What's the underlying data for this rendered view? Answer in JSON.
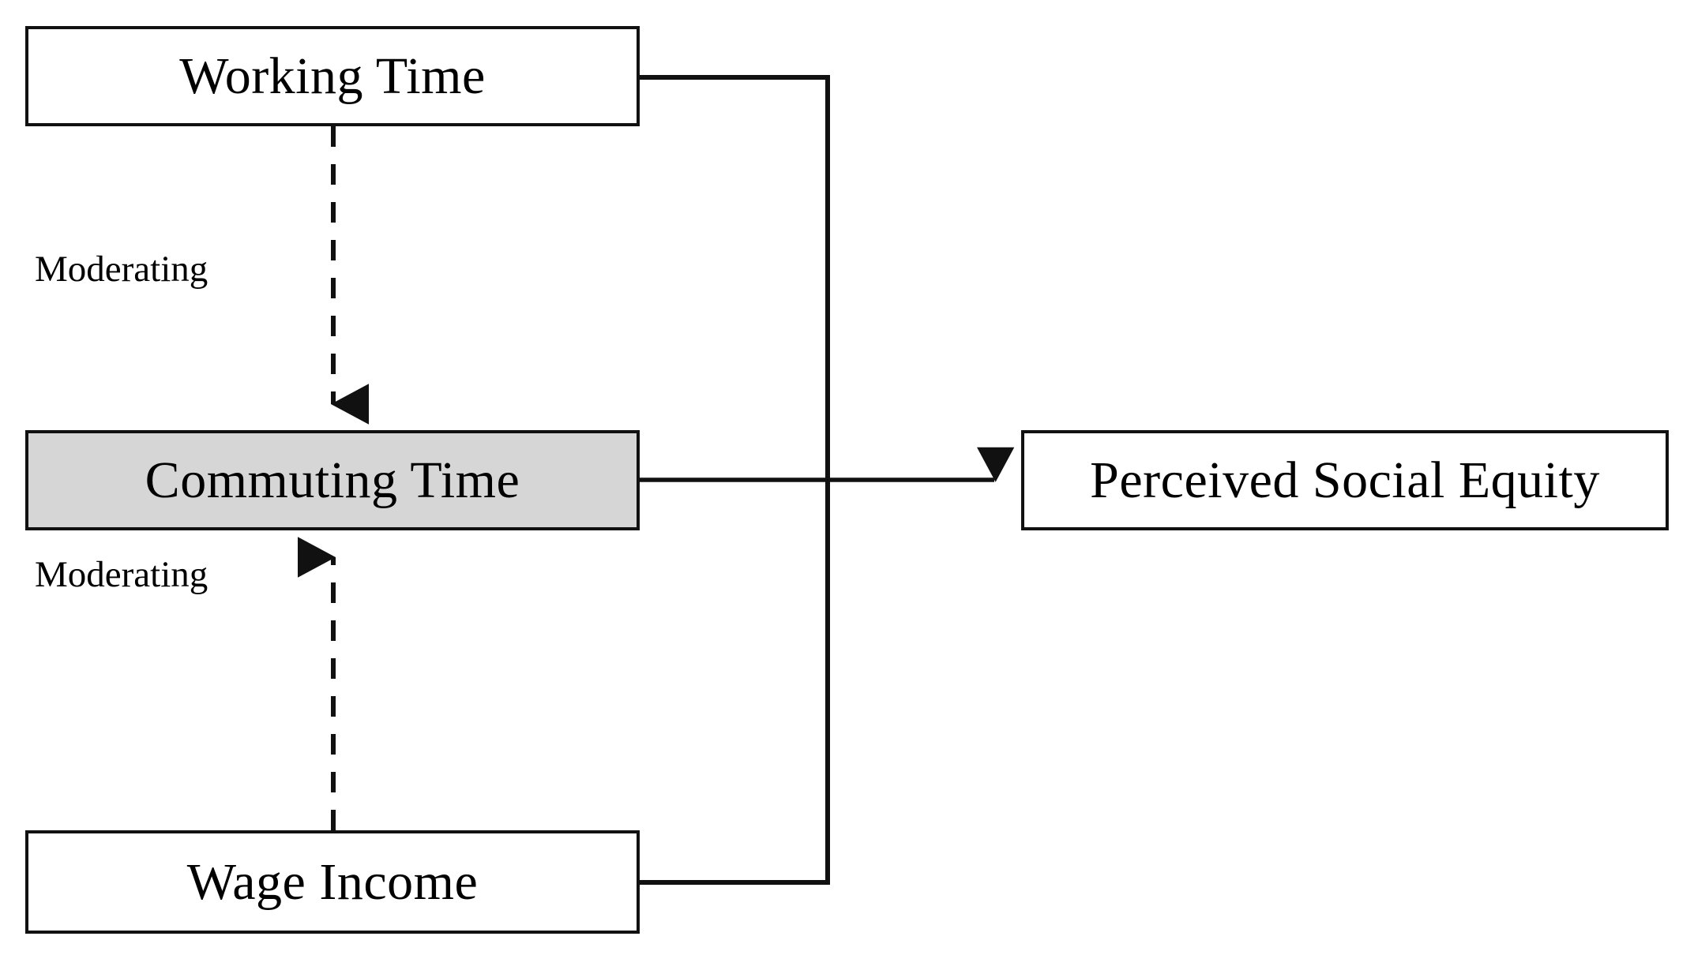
{
  "diagram": {
    "title": "Conceptual framework diagram",
    "background_color": "#ffffff",
    "line_color": "#111111",
    "highlight_fill": "#d6d6d6",
    "nodes": [
      {
        "id": "working_time",
        "label": "Working Time",
        "fill": "#ffffff"
      },
      {
        "id": "commuting_time",
        "label": "Commuting Time",
        "fill": "#d6d6d6"
      },
      {
        "id": "wage_income",
        "label": "Wage Income",
        "fill": "#ffffff"
      },
      {
        "id": "perceived_social_equity",
        "label": "Perceived Social Equity",
        "fill": "#ffffff"
      }
    ],
    "edges": [
      {
        "id": "working_to_commuting",
        "from": "working_time",
        "to": "commuting_time",
        "style": "dashed",
        "arrow": "down",
        "label": "Moderating"
      },
      {
        "id": "wage_to_commuting",
        "from": "wage_income",
        "to": "commuting_time",
        "style": "dashed",
        "arrow": "up",
        "label": "Moderating"
      },
      {
        "id": "commuting_to_equity",
        "from": "commuting_time",
        "to": "perceived_social_equity",
        "style": "solid",
        "arrow": "right",
        "label": ""
      },
      {
        "id": "working_to_equity_path",
        "from": "working_time",
        "to": "perceived_social_equity",
        "style": "solid",
        "arrow": "none",
        "label": ""
      },
      {
        "id": "wage_to_equity_path",
        "from": "wage_income",
        "to": "perceived_social_equity",
        "style": "solid",
        "arrow": "none",
        "label": ""
      }
    ],
    "labels": {
      "moderating_top": "Moderating",
      "moderating_bottom": "Moderating"
    }
  }
}
